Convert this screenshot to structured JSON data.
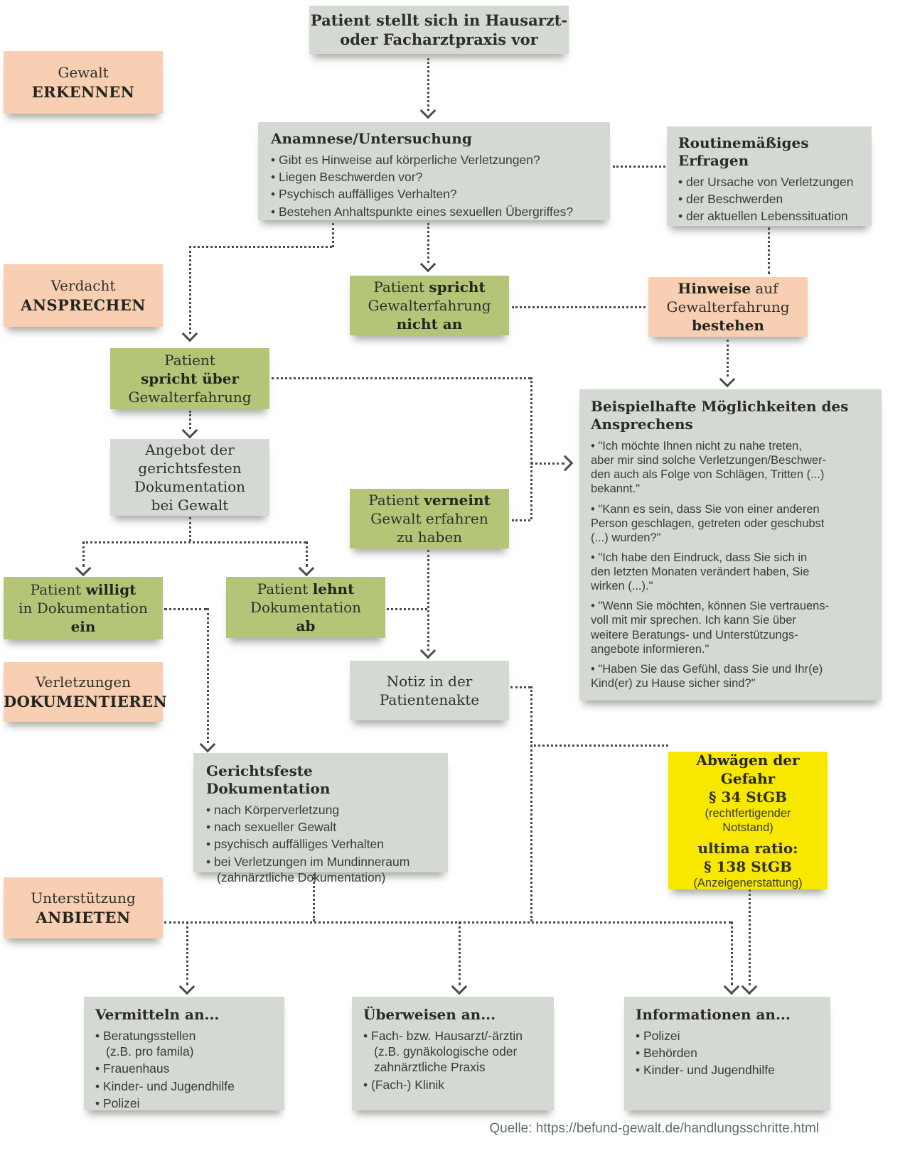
{
  "labels": {
    "erkennen": {
      "line1": "Gewalt",
      "line2": "ERKENNEN"
    },
    "ansprechen": {
      "line1": "Verdacht",
      "line2": "ANSPRECHEN"
    },
    "dokumentieren": {
      "line1": "Verletzungen",
      "line2": "DOKUMENTIEREN"
    },
    "anbieten": {
      "line1": "Unterstützung",
      "line2": "ANBIETEN"
    }
  },
  "boxes": {
    "start": {
      "line1": "Patient stellt sich in Hausarzt-",
      "line2": "oder Facharztpraxis vor"
    },
    "anamnese": {
      "title": "Anamnese/Untersuchung",
      "bullets": [
        "Gibt es Hinweise auf körperliche Verletzungen?",
        "Liegen Beschwerden vor?",
        "Psychisch auffälliges Verhalten?",
        "Bestehen Anhaltspunkte eines sexuellen Übergriffes?"
      ]
    },
    "routine": {
      "title": "Routinemäßiges Erfragen",
      "bullets": [
        "der Ursache von Verletzungen",
        "der Beschwerden",
        "der aktuellen Lebenssituation"
      ]
    },
    "nicht_an": {
      "pre": "Patient ",
      "bold1": "spricht",
      "line2": "Gewalterfahrung",
      "bold2": "nicht an"
    },
    "hinweise": {
      "bold1": "Hinweise",
      "post": " auf",
      "line2": "Gewalterfahrung",
      "bold2": "bestehen"
    },
    "spricht_ueber": {
      "line1": "Patient",
      "bold": "spricht über",
      "line3": "Gewalterfahrung"
    },
    "angebot": {
      "line1": "Angebot der",
      "line2": "gerichtsfesten",
      "line3": "Dokumentation",
      "line4": "bei Gewalt"
    },
    "verneint": {
      "pre": "Patient ",
      "bold": "verneint",
      "line2": "Gewalt erfahren",
      "line3": "zu haben"
    },
    "beispielhafte": {
      "title_line1": "Beispielhafte Möglichkeiten des",
      "title_line2": "Ansprechens",
      "quotes": [
        "\"Ich möchte Ihnen nicht zu nahe treten,\naber mir sind solche Verletzungen/Beschwer-\nden auch als Folge von Schlägen, Tritten (...)\nbekannt.\"",
        "\"Kann es sein, dass Sie von einer anderen\nPerson geschlagen, getreten oder geschubst\n(...) wurden?\"",
        "\"Ich habe den Eindruck, dass Sie sich in\nden letzten Monaten verändert haben, Sie\nwirken (...).\"",
        "\"Wenn Sie möchten, können Sie vertrauens-\nvoll mit mir sprechen. Ich kann Sie über\nweitere Beratungs- und Unterstützungs-\nangebote informieren.\"",
        "\"Haben Sie das Gefühl, dass Sie und Ihr(e)\nKind(er) zu Hause sicher sind?\""
      ]
    },
    "willigt": {
      "pre": "Patient ",
      "bold1": "willigt",
      "line2": "in Dokumentation",
      "bold2": "ein"
    },
    "lehnt": {
      "pre": "Patient ",
      "bold1": "lehnt",
      "line2": "Dokumentation",
      "bold2": "ab"
    },
    "notiz": {
      "line1": "Notiz in der",
      "line2": "Patientenakte"
    },
    "gerichtsfeste": {
      "title": "Gerichtsfeste Dokumentation",
      "bullets": [
        "nach Körperverletzung",
        "nach sexueller Gewalt",
        "psychisch auffälliges Verhalten",
        "bei Verletzungen im Mundinneraum\n(zahnärztliche Dokumentation)"
      ]
    },
    "abwaegen": {
      "title": "Abwägen der Gefahr",
      "law1": "§ 34 StGB",
      "law1_note": "(rechtfertigender\nNotstand)",
      "ultima": "ultima ratio:",
      "law2": "§ 138 StGB",
      "law2_note": "(Anzeigenerstattung)"
    },
    "vermitteln": {
      "title": "Vermitteln an...",
      "bullets": [
        "Beratungsstellen\n(z.B. pro famila)",
        "Frauenhaus",
        "Kinder- und Jugendhilfe",
        "Polizei"
      ]
    },
    "ueberweisen": {
      "title": "Überweisen an...",
      "bullets": [
        "Fach- bzw. Hausarzt/-ärztin\n(z.B. gynäkologische oder\nzahnärztliche Praxis",
        "(Fach-) Klinik"
      ]
    },
    "informationen": {
      "title": "Informationen an...",
      "bullets": [
        "Polizei",
        "Behörden",
        "Kinder- und Jugendhilfe"
      ]
    }
  },
  "footer": {
    "source": "Quelle: https://befund-gewalt.de/handlungsschritte.html"
  },
  "colors": {
    "gray_box": "#d5d9d3",
    "peach_box": "#f8cfb2",
    "green_box": "#b4c577",
    "yellow_box": "#f8e800",
    "dots": "#4b4b4b",
    "text": "#2e2f2b",
    "source_text": "#5e6e72"
  }
}
